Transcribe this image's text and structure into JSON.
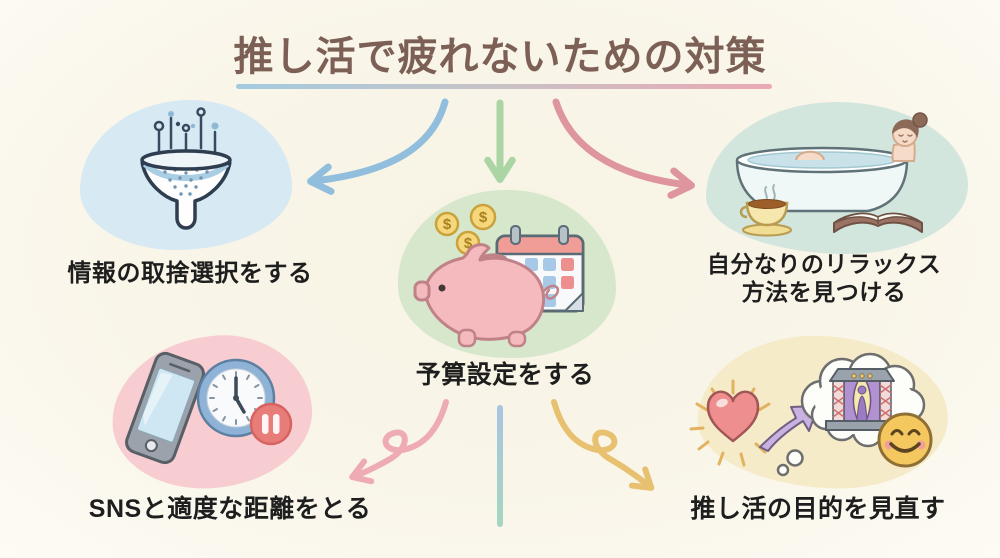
{
  "title": "推し活で疲れないための対策",
  "nodes": {
    "info": {
      "label": "情報の取捨選択をする",
      "icon": "funnel-icon"
    },
    "relax": {
      "label": "自分なりのリラックス\n方法を見つける",
      "icon": "bathtub-icon"
    },
    "budget": {
      "label": "予算設定をする",
      "icon": "piggy-bank-calendar-icon",
      "coin_symbol": "$"
    },
    "sns": {
      "label": "SNSと適度な距離をとる",
      "icon": "smartphone-clock-icon"
    },
    "purpose": {
      "label": "推し活の目的を見直す",
      "icon": "heart-thought-icon"
    }
  },
  "colors": {
    "background": "#f8f4e8",
    "title_text": "#7d6055",
    "underline_left": "#a3cbe0",
    "underline_right": "#eaa9b4",
    "blob_blue": "#d7e9f3",
    "blob_teal": "#d3e6dd",
    "blob_green": "#d6e7cb",
    "blob_pink": "#f7cdd1",
    "blob_yellow": "#f5ebc9",
    "arrow_blue": "#92bedd",
    "arrow_green": "#abd5a5",
    "arrow_pink": "#df959e",
    "arrow_rose": "#efabb4",
    "arrow_yellow": "#e7c170",
    "divider_top": "#a8c5e0",
    "divider_bottom": "#a6d6c2",
    "label_text": "#1e1e1e"
  }
}
